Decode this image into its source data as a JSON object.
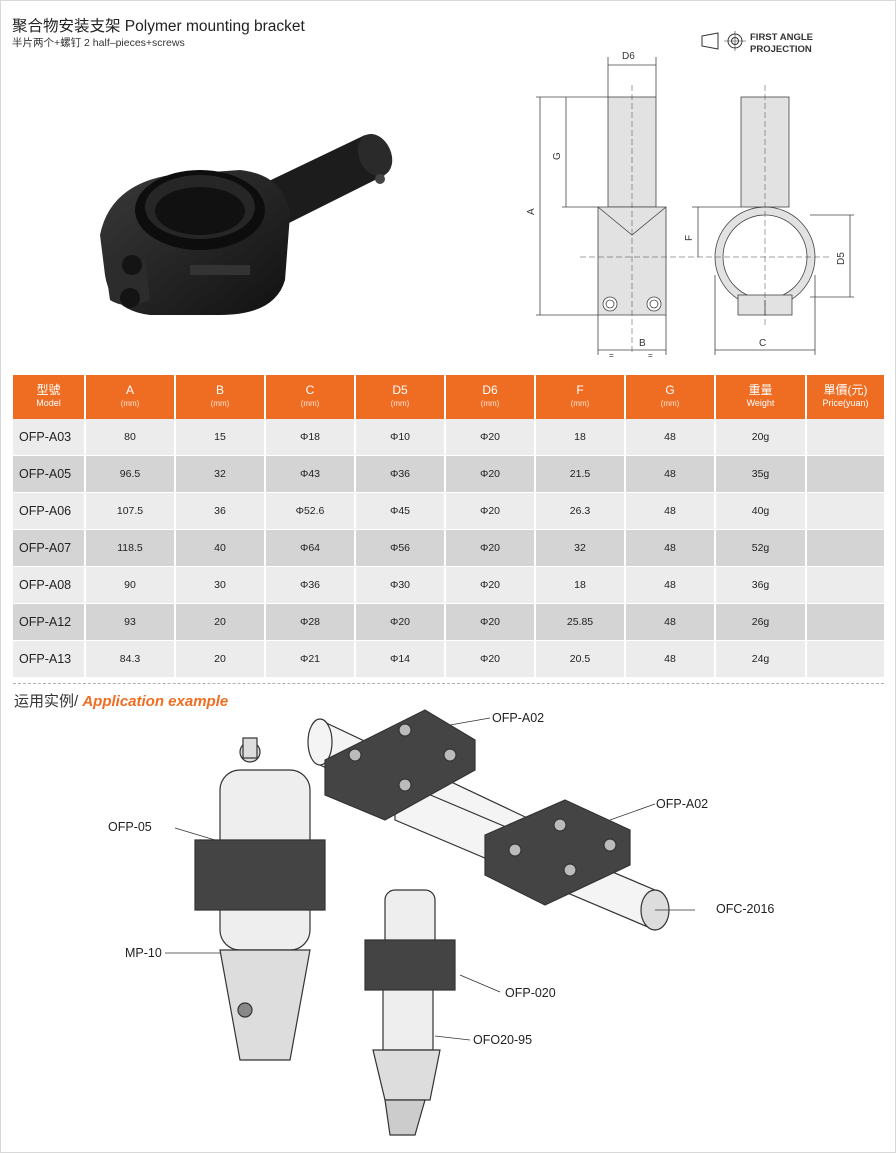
{
  "header": {
    "title": "聚合物安装支架 Polymer mounting bracket",
    "subtitle": "半片两个+螺钉 2 half–pieces+screws"
  },
  "projection": {
    "line1": "FIRST ANGLE",
    "line2": "PROJECTION"
  },
  "drawing": {
    "labels": {
      "d6": "D6",
      "g": "G",
      "a": "A",
      "f": "F",
      "d5": "D5",
      "b": "B",
      "c": "C",
      "eq": "="
    }
  },
  "table": {
    "headers": [
      {
        "label": "型號",
        "sub": "Model"
      },
      {
        "label": "A",
        "sub": "(mm)"
      },
      {
        "label": "B",
        "sub": "(mm)"
      },
      {
        "label": "C",
        "sub": "(mm)"
      },
      {
        "label": "D5",
        "sub": "(mm)"
      },
      {
        "label": "D6",
        "sub": "(mm)"
      },
      {
        "label": "F",
        "sub": "(mm)"
      },
      {
        "label": "G",
        "sub": "(mm)"
      },
      {
        "label": "重量",
        "sub": "Weight"
      },
      {
        "label": "單價(元)",
        "sub": "Price(yuan)"
      }
    ],
    "rows": [
      [
        "OFP-A03",
        "80",
        "15",
        "Φ18",
        "Φ10",
        "Φ20",
        "18",
        "48",
        "20g",
        ""
      ],
      [
        "OFP-A05",
        "96.5",
        "32",
        "Φ43",
        "Φ36",
        "Φ20",
        "21.5",
        "48",
        "35g",
        ""
      ],
      [
        "OFP-A06",
        "107.5",
        "36",
        "Φ52.6",
        "Φ45",
        "Φ20",
        "26.3",
        "48",
        "40g",
        ""
      ],
      [
        "OFP-A07",
        "118.5",
        "40",
        "Φ64",
        "Φ56",
        "Φ20",
        "32",
        "48",
        "52g",
        ""
      ],
      [
        "OFP-A08",
        "90",
        "30",
        "Φ36",
        "Φ30",
        "Φ20",
        "18",
        "48",
        "36g",
        ""
      ],
      [
        "OFP-A12",
        "93",
        "20",
        "Φ28",
        "Φ20",
        "Φ20",
        "25.85",
        "48",
        "26g",
        ""
      ],
      [
        "OFP-A13",
        "84.3",
        "20",
        "Φ21",
        "Φ14",
        "Φ20",
        "20.5",
        "48",
        "24g",
        ""
      ]
    ]
  },
  "application": {
    "title_cn": "运用实例/ ",
    "title_en": "Application example",
    "callouts": {
      "c1": "OFP-A02",
      "c2": "OFP-A02",
      "c3": "OFC-2016",
      "c4": "OFP-05",
      "c5": "MP-10",
      "c6": "OFP-020",
      "c7": "OFO20-95"
    }
  },
  "colors": {
    "accent": "#ef6d22",
    "row_light": "#ececec",
    "row_dark": "#d4d4d4"
  }
}
